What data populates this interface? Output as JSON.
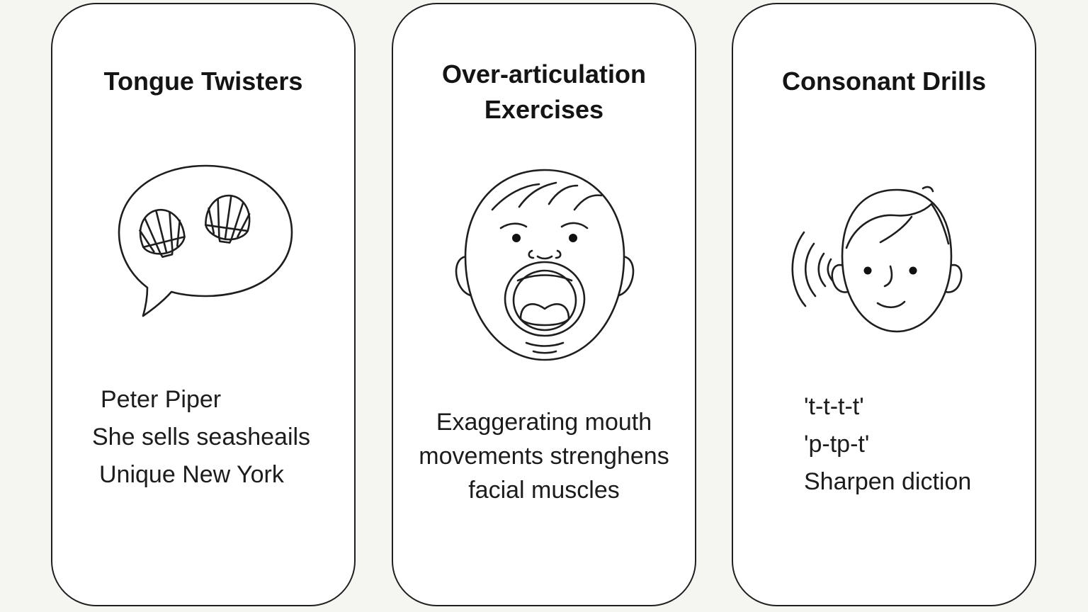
{
  "cards": [
    {
      "title": "Tongue Twisters",
      "icon": "speech-bubble-seashells-icon",
      "lines": [
        "Peter Piper",
        "She sells seasheails",
        "Unique New York"
      ]
    },
    {
      "title": "Over-articulation\nExercises",
      "icon": "open-mouth-face-icon",
      "lines": [
        "Exaggerating mouth movements strenghens facial muscles"
      ]
    },
    {
      "title": "Consonant Drills",
      "icon": "face-with-sound-waves-icon",
      "lines": [
        "'t-t-t-t'",
        "'p-tp-t'",
        "Sharpen diction"
      ]
    }
  ],
  "colors": {
    "background": "#f5f5f2",
    "card": "#ffffff",
    "outline": "#1f1f1f"
  }
}
